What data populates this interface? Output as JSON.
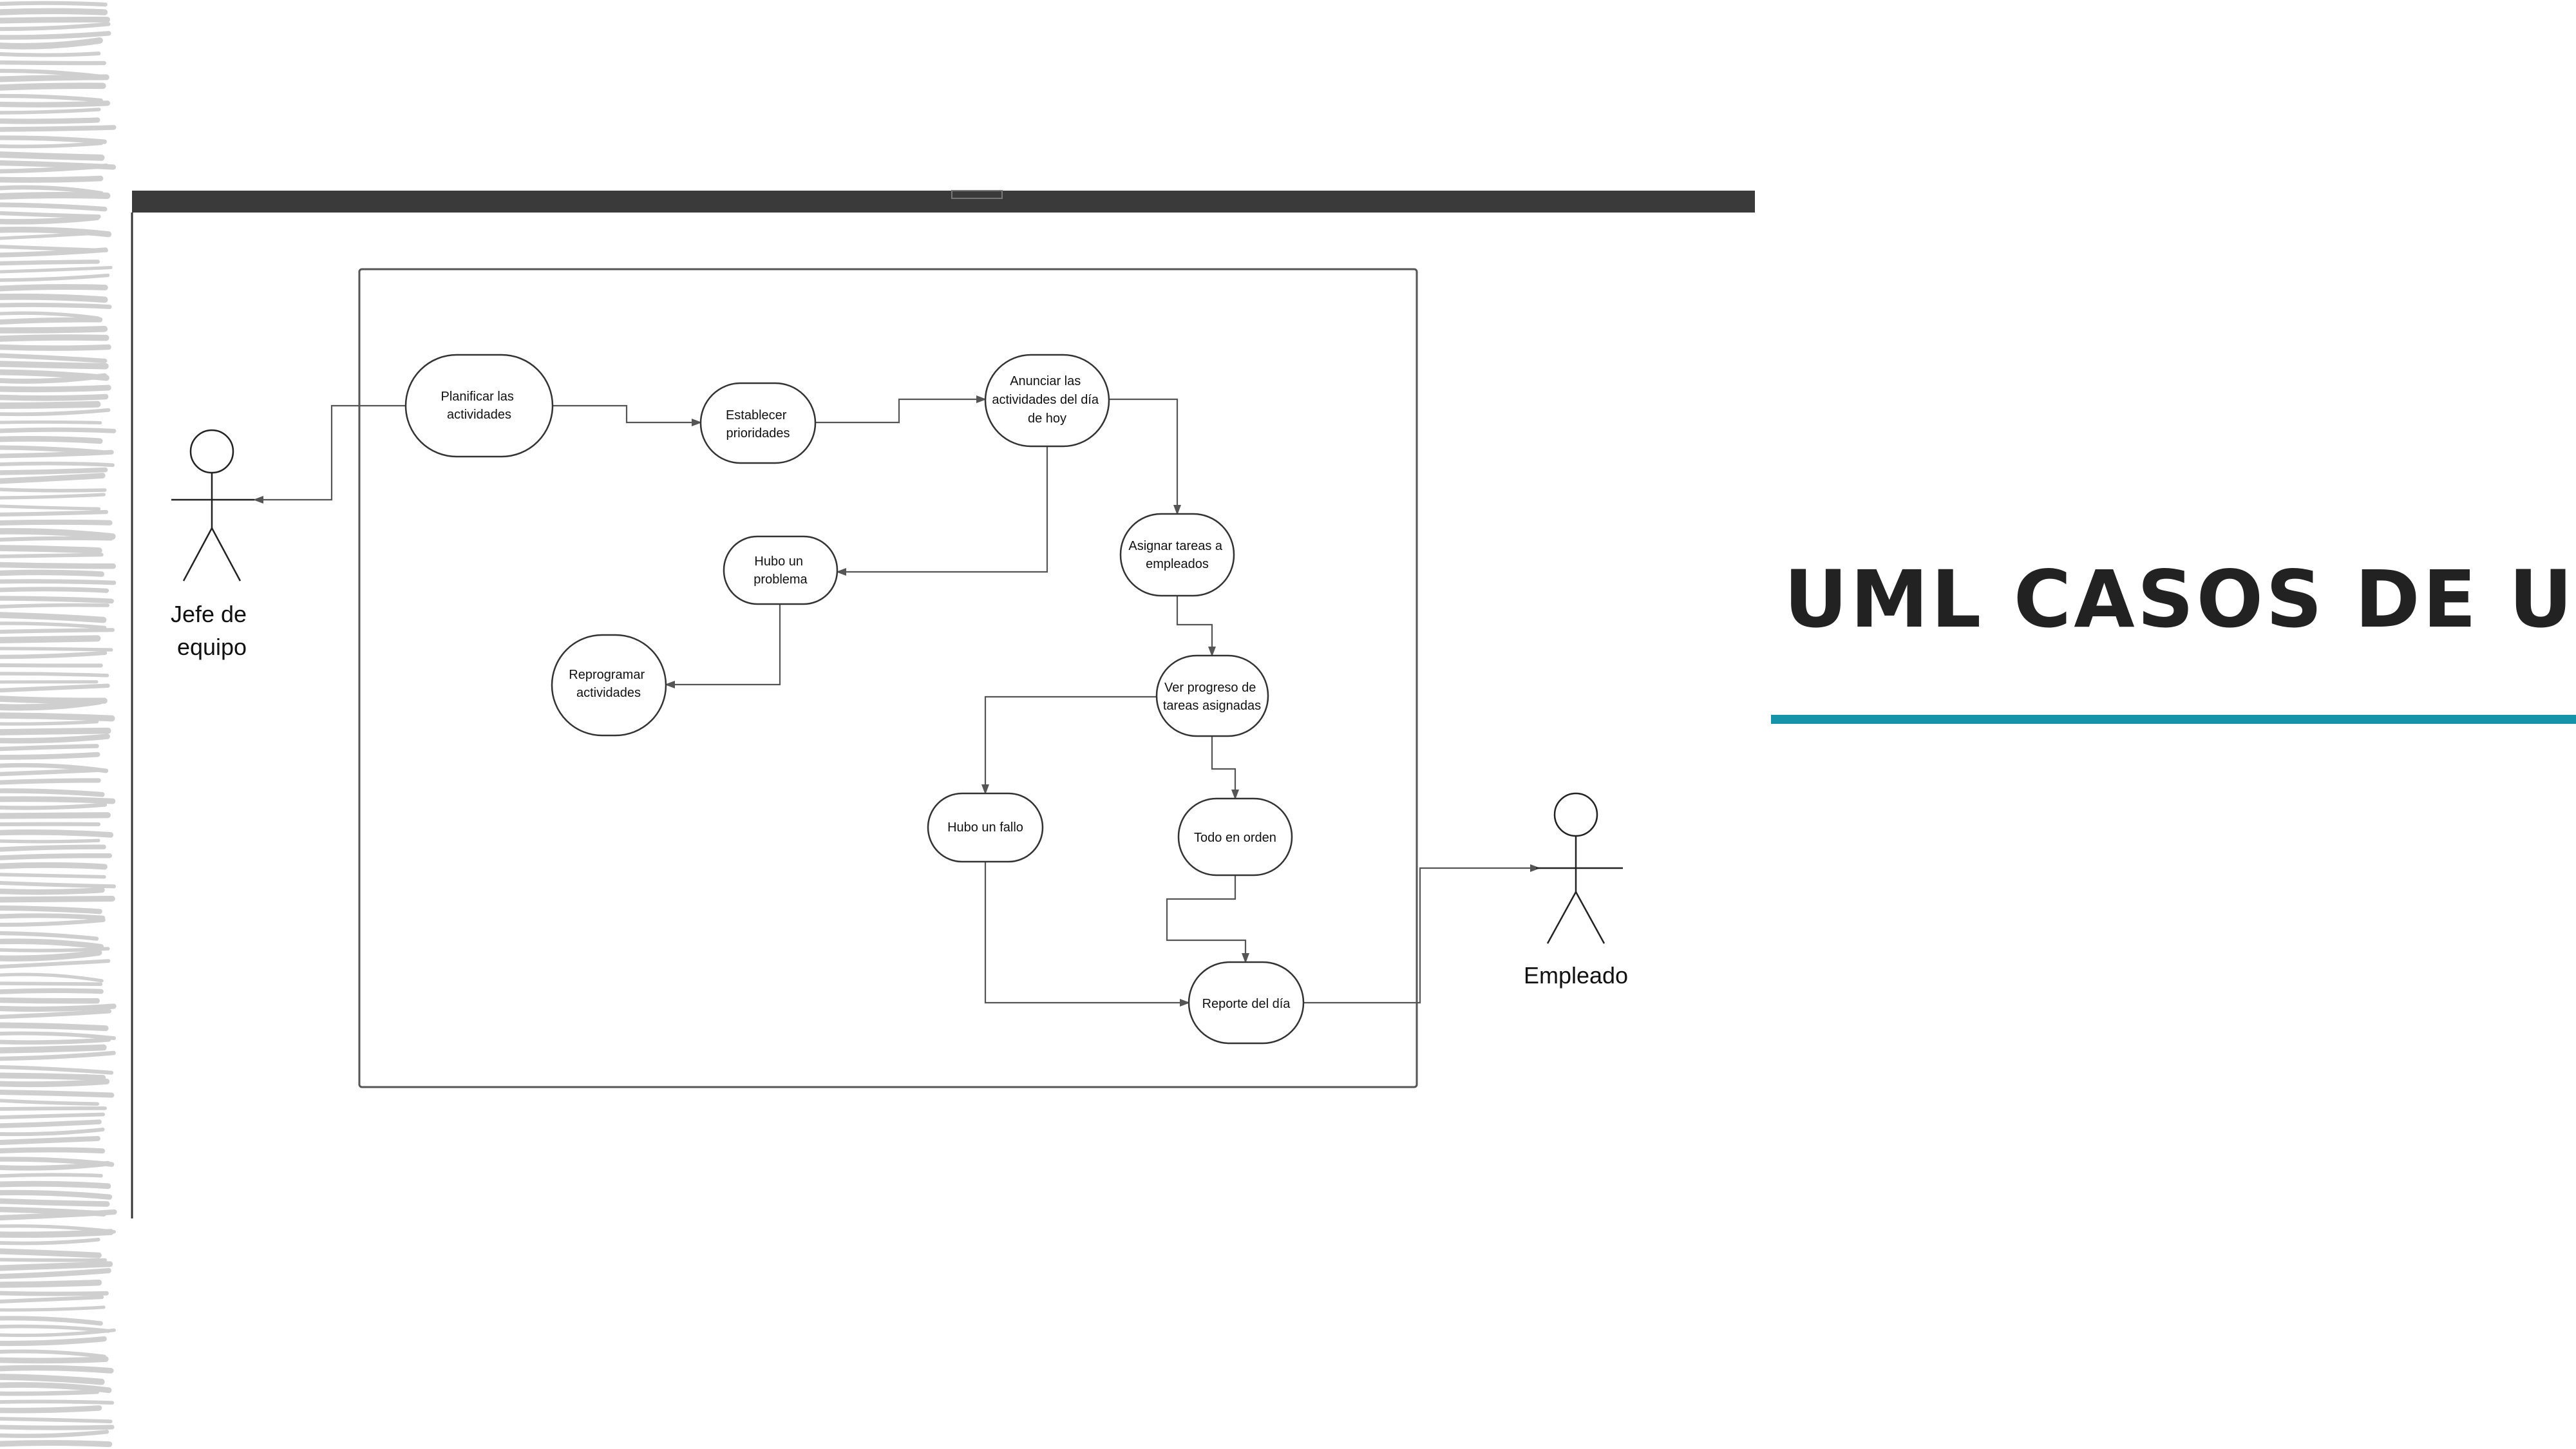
{
  "slide": {
    "title": "UML CASOS DE USO",
    "title_color": "#222222",
    "accent_color": "#1594A9",
    "stripe_color": "#CFCFCF"
  },
  "diagram": {
    "toolbar_color": "#3A3A3A",
    "line_color": "#555555",
    "actors": {
      "jefe": {
        "label_line1": "Jefe de",
        "label_line2": "equipo"
      },
      "empleado": {
        "label": "Empleado"
      }
    },
    "use_cases": {
      "planificar": {
        "line1": "Planificar las",
        "line2": "actividades"
      },
      "establecer": {
        "line1": "Establecer",
        "line2": "prioridades"
      },
      "anunciar": {
        "line1": "Anunciar las",
        "line2": "actividades del día",
        "line3": "de hoy"
      },
      "hubo_problema": {
        "line1": "Hubo un",
        "line2": "problema"
      },
      "asignar": {
        "line1": "Asignar tareas a",
        "line2": "empleados"
      },
      "reprogramar": {
        "line1": "Reprogramar",
        "line2": "actividades"
      },
      "ver_progreso": {
        "line1": "Ver progreso de",
        "line2": "tareas asignadas"
      },
      "hubo_fallo": {
        "line1": "Hubo un fallo"
      },
      "todo_orden": {
        "line1": "Todo en orden"
      },
      "reporte": {
        "line1": "Reporte del día"
      }
    }
  }
}
